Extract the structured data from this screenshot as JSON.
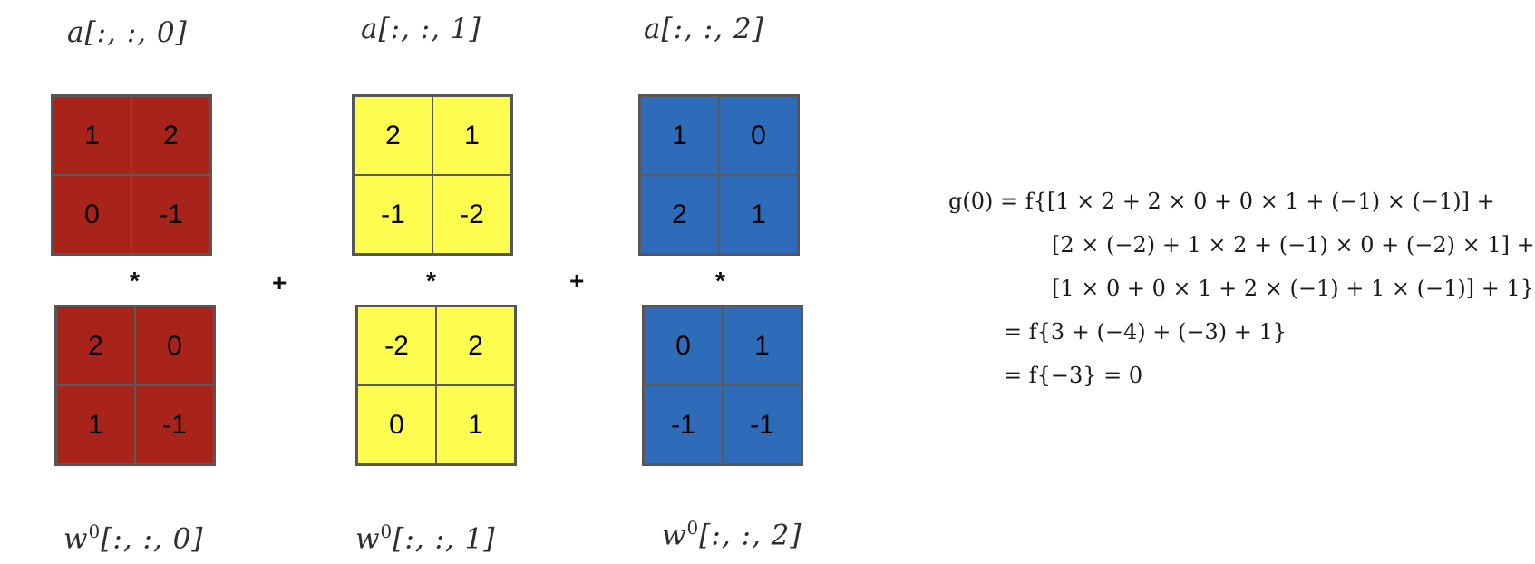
{
  "colors": {
    "red": "#a8241a",
    "yellow": "#fdfd50",
    "blue": "#2e6bb8"
  },
  "labels": {
    "a0": "a[:, :, 0]",
    "a1": "a[:, :, 1]",
    "a2": "a[:, :, 2]",
    "w_base": "w",
    "w_sup": "0",
    "w0": "[:, :, 0]",
    "w1": "[:, :, 1]",
    "w2": "[:, :, 2]"
  },
  "operators": {
    "conv": "*",
    "plus": "+"
  },
  "matrices": {
    "a0": [
      "1",
      "2",
      "0",
      "-1"
    ],
    "a1": [
      "2",
      "1",
      "-1",
      "-2"
    ],
    "a2": [
      "1",
      "0",
      "2",
      "1"
    ],
    "w0": [
      "2",
      "0",
      "1",
      "-1"
    ],
    "w1": [
      "-2",
      "2",
      "0",
      "1"
    ],
    "w2": [
      "0",
      "1",
      "-1",
      "-1"
    ]
  },
  "equation": {
    "line1": "g(0) = f{[1 × 2 + 2 × 0 + 0 × 1 + (−1) × (−1)] +",
    "line2": "[2 × (−2) + 1 × 2 + (−1) × 0 + (−2) × 1] +",
    "line3": "[1 × 0 + 0 × 1 + 2 × (−1) + 1 × (−1)] + 1}",
    "line4": "= f{3 + (−4) + (−3) + 1}",
    "line5": "= f{−3} = 0"
  }
}
